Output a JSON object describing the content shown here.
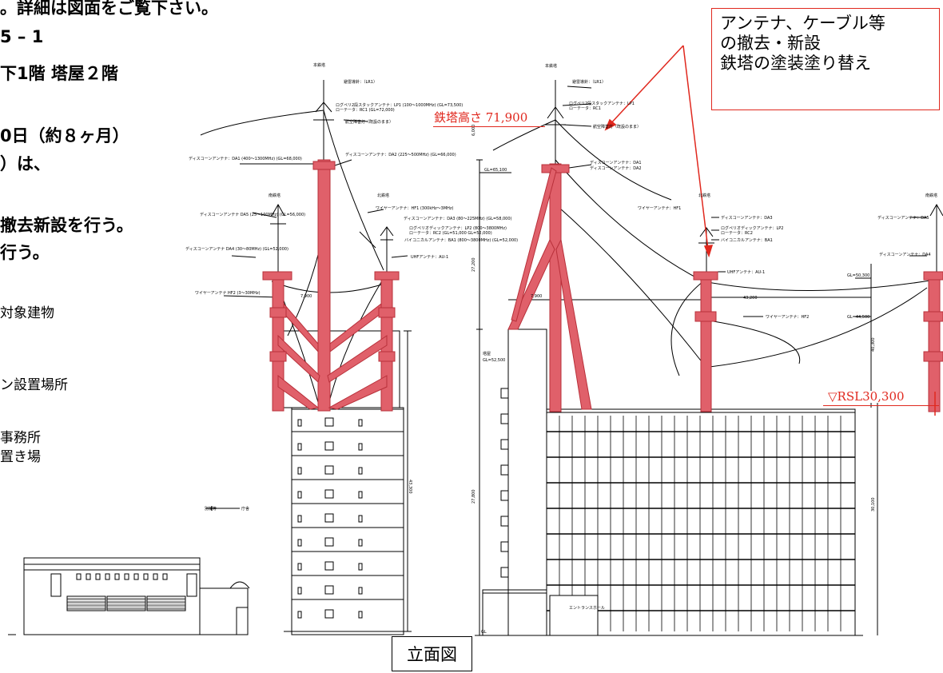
{
  "left_text": {
    "line1": "。詳細は図面をご覧下さい。",
    "line2": "5 – 1",
    "line3": "下1階 塔屋２階",
    "line4": "0日（約８ヶ月）",
    "line5": "）は、",
    "line6": "撤去新設を行う。",
    "line7": "行う。",
    "legend1": "対象建物",
    "legend2": "ン設置場所",
    "legend3a": "事務所",
    "legend3b": "置き場"
  },
  "callout": {
    "line1": "アンテナ、ケーブル等",
    "line2": "の撤去・新設",
    "line3": "鉄塔の塗装塗り替え"
  },
  "annotations": {
    "tower_height": "鉄塔高さ 71,900",
    "rsl": "▽RSL30,300"
  },
  "caption": "立面図",
  "drawing_labels": {
    "a_label1": "避雷導針：（LR1）",
    "a_label2": "ログペリ2段スタックアンテナ：LP1 (100～1000MHz) (GL=73,500)",
    "a_label3": "ローテータ：RC1 (GL=72,000)",
    "a_label4": "航空障害灯（既設のまま）",
    "a_label5": "ディスコーンアンテナ：DA1 (400～1300MHz) (GL=68,000)",
    "a_label6": "ディスコーンアンテナ：DA2 (225～500MHz) (GL=66,000)",
    "a_label7": "ワイヤーアンテナ：HF1 (300kHz～3MHz)",
    "a_label8": "ディスコーンアンテナ：DA3 (80～225MHz) (GL=58,000)",
    "a_label9": "ログペリオディックアンテナ：LP2 (800～3800MHz)",
    "a_label10": "ローテータ：RC2 (GL=51,000 GL=52,000)",
    "a_label11": "バイコニカルアンテナ：BA1 (800～3800MHz) (GL=52,000)",
    "a_label12": "UHFアンテナ：AU-1",
    "a_label13": "ディスコーンアンテナ DA5 (25～100MHz) (GL=56,000)",
    "a_label14": "ディスコーンアンテナ DA4 (30～80MHz) (GL=52,000)",
    "a_label15": "ワイヤーアンテナ HF2 (3～30MHz)",
    "a_label16": "7,900",
    "a_label17": "別棟等",
    "a_label18": "庁舎",
    "a_label19": "43,300",
    "a_label20": "南鉄塔",
    "a_label21": "北鉄塔",
    "a_label22": "本鉄塔",
    "b_label1": "避雷導針：（LR1）",
    "b_label2": "ログペリ2段スタックアンテナ：LP1",
    "b_label3": "ローテータ：RC1",
    "b_label4": "航空障害灯（既設のまま）",
    "b_label5": "ディスコーンアンテナ：DA1",
    "b_label6": "ディスコーンアンテナ：DA2",
    "b_label7": "ワイヤーアンテナ：HF1",
    "b_label8": "ディスコーンアンテナ：DA3",
    "b_label9": "ログペリオディックアンテナ：LP2",
    "b_label10": "ローテータ：RC2",
    "b_label11": "バイコニカルアンテナ：BA1",
    "b_label12": "UHFアンテナ：AU-1",
    "b_label13": "ワイヤーアンテナ：HF2",
    "b_label14": "ディスコーンアンテナ：DA5",
    "b_label15": "ディスコーンアンテナ：DA4",
    "b_label16": "GL=65,100",
    "b_label17": "6,000",
    "b_label18": "27,200",
    "b_label19": "27,800",
    "b_label20": "GL=52,500",
    "b_label21": "7,900",
    "b_label22": "43,200",
    "b_label23": "GL=50,300",
    "b_label24": "GL=44,500",
    "b_label25": "エントランスホール",
    "b_label26": "30,100",
    "b_label27": "本鉄塔",
    "b_label28": "北鉄塔",
    "b_label29": "南鉄塔",
    "b_label30": "GL",
    "b_label31": "塔屋",
    "b_label32": "40,300"
  },
  "colors": {
    "tower_fill": "#e0606a",
    "tower_stroke": "#b8303a",
    "callout_red": "#e0281e"
  }
}
